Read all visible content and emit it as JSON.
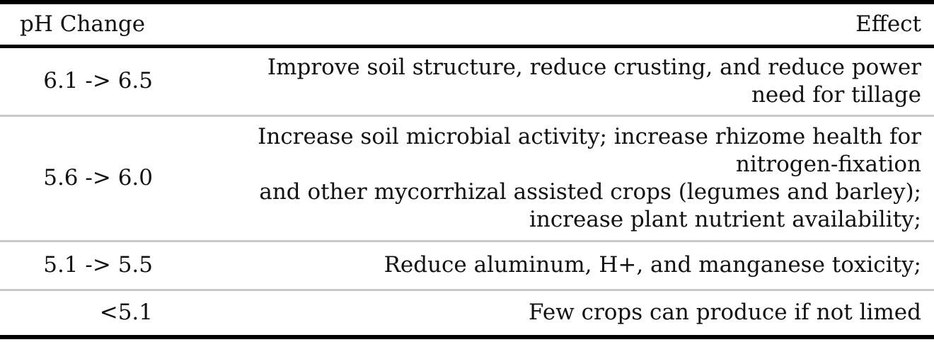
{
  "table": {
    "headers": {
      "ph_change": "pH Change",
      "effect": "Effect"
    },
    "rows": [
      {
        "ph": "6.1 -> 6.5",
        "effect_lines": [
          "Improve soil structure, reduce crusting, and reduce power",
          "need for tillage"
        ]
      },
      {
        "ph": "5.6 -> 6.0",
        "effect_lines": [
          "Increase soil microbial activity; increase rhizome health for",
          "nitrogen-fixation ",
          "and other mycorrhizal assisted crops (legumes and barley); ",
          "increase plant nutrient availability;"
        ]
      },
      {
        "ph": "5.1 -> 5.5",
        "effect_lines": [
          "Reduce aluminum, H+, and manganese toxicity;"
        ]
      },
      {
        "ph": "<5.1",
        "effect_lines": [
          "Few crops can produce if not limed"
        ]
      }
    ]
  }
}
